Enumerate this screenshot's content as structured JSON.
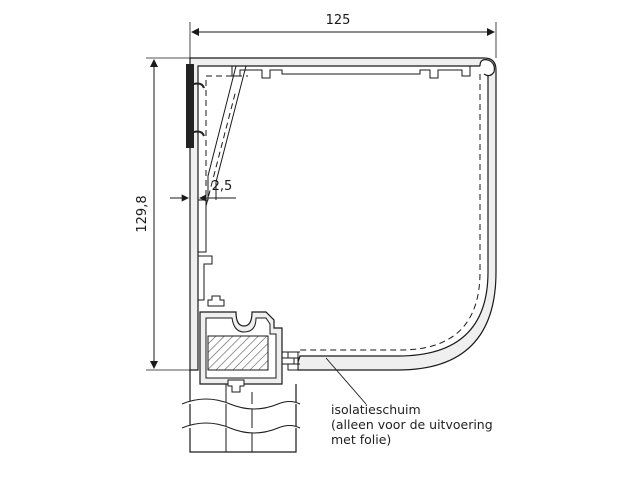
{
  "dimensions": {
    "width_label": "125",
    "height_label": "129,8",
    "thickness_label": "2,5"
  },
  "annotation": {
    "lines": [
      "isolatieschuim",
      "(alleen voor de uitvoering",
      "met folie)"
    ]
  },
  "colors": {
    "profile_fill": "#efefef",
    "stroke": "#1a1a1a",
    "seal": "#222222",
    "background": "#ffffff"
  }
}
